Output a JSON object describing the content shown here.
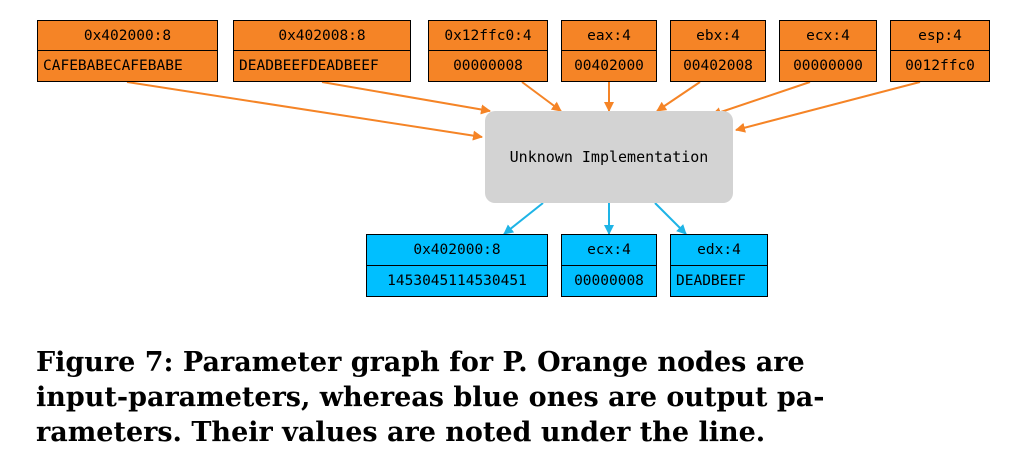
{
  "colors": {
    "input_node": "#f58426",
    "output_node": "#00bfff",
    "input_edge": "#f58426",
    "output_edge": "#1eb4e6",
    "center_node": "#d3d3d3"
  },
  "center_node": {
    "label": "Unknown Implementation"
  },
  "input_nodes": [
    {
      "label": "0x402000:8",
      "value": "CAFEBABECAFEBABE"
    },
    {
      "label": "0x402008:8",
      "value": "DEADBEEFDEADBEEF"
    },
    {
      "label": "0x12ffc0:4",
      "value": "00000008"
    },
    {
      "label": "eax:4",
      "value": "00402000"
    },
    {
      "label": "ebx:4",
      "value": "00402008"
    },
    {
      "label": "ecx:4",
      "value": "00000000"
    },
    {
      "label": "esp:4",
      "value": "0012ffc0"
    }
  ],
  "output_nodes": [
    {
      "label": "0x402000:8",
      "value": "1453045114530451"
    },
    {
      "label": "ecx:4",
      "value": "00000008"
    },
    {
      "label": "edx:4",
      "value": "DEADBEEF"
    }
  ],
  "caption": {
    "lines": [
      "Figure 7: Parameter graph for P. Orange nodes are",
      "input-parameters, whereas blue ones are output pa-",
      "rameters. Their values are noted under the line."
    ]
  }
}
